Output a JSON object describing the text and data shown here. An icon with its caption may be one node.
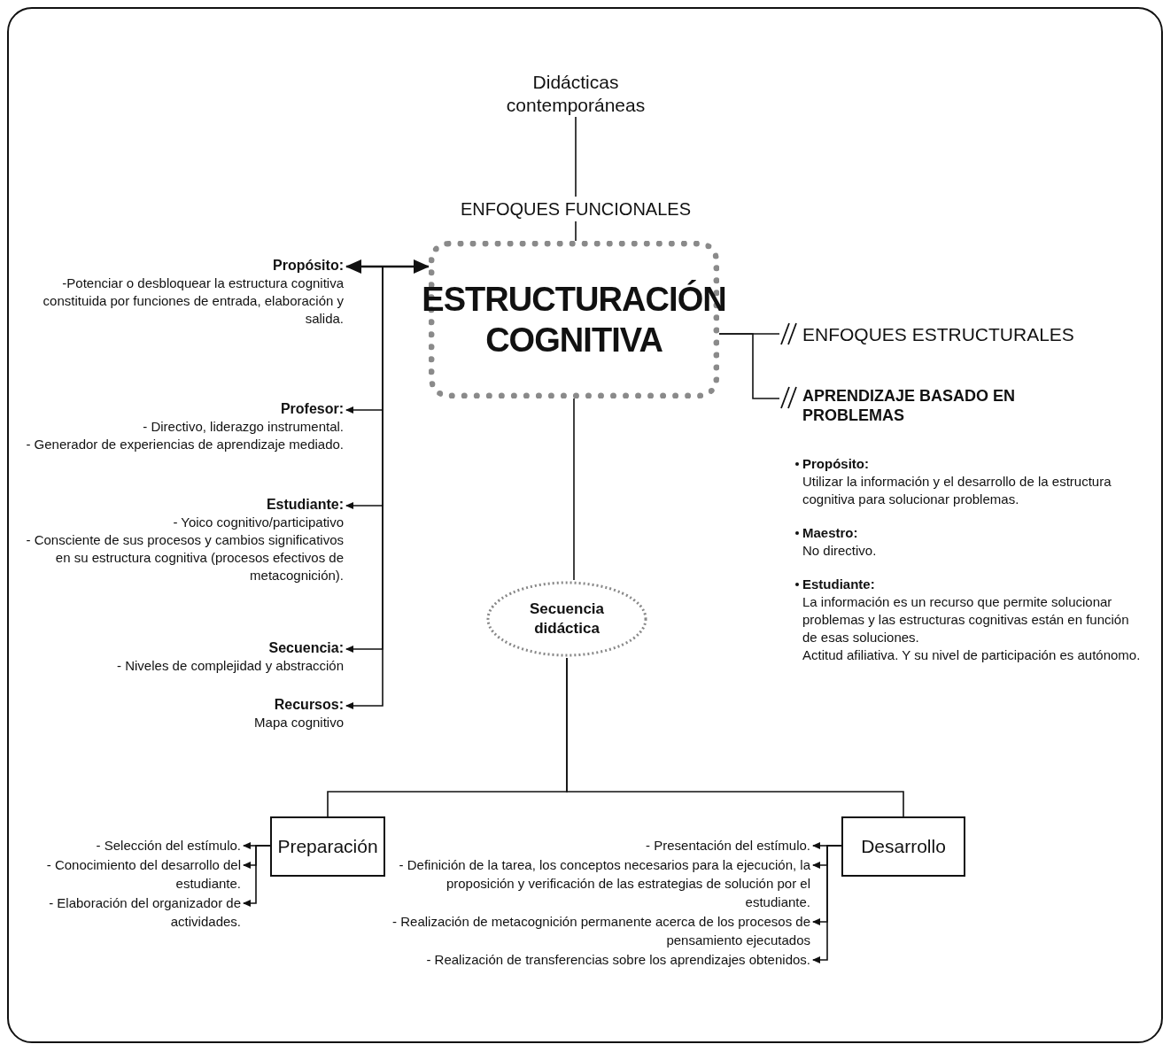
{
  "diagram": {
    "nodes": [
      {
        "text": [
          "Didácticas contemporáneas"
        ]
      },
      {
        "text": [
          "ENFOQUES FUNCIONALES"
        ]
      },
      {
        "text": [
          "ESTRUCTURACIÓN COGNITIVA"
        ]
      },
      {
        "text": [
          "Propósito:",
          "-Potenciar o desbloquear la estructura cognitiva constituida por funciones de entrada, elaboración y salida."
        ]
      },
      {
        "text": [
          "Profesor:",
          "- Directivo, liderazgo instrumental.",
          "- Generador de experiencias de aprendizaje mediado."
        ]
      },
      {
        "text": [
          "Estudiante:",
          "- Yoico cognitivo/participativo",
          "- Consciente de sus procesos y cambios significativos en su estructura cognitiva (procesos efectivos de metacognición)."
        ]
      },
      {
        "text": [
          "Secuencia:",
          "- Niveles de complejidad y abstracción"
        ]
      },
      {
        "text": [
          "Recursos:",
          "Mapa cognitivo"
        ]
      },
      {
        "text": [
          "ENFOQUES ESTRUCTURALES"
        ]
      },
      {
        "text": [
          "APRENDIZAJE BASADO EN PROBLEMAS"
        ]
      },
      {
        "text": [
          "Secuencia didáctica"
        ]
      },
      {
        "text": [
          "Preparación"
        ]
      },
      {
        "text": [
          "Desarrollo"
        ]
      },
      {
        "text": [
          "- Selección del estímulo."
        ]
      },
      {
        "text": [
          "- Conocimiento del desarrollo del estudiante."
        ]
      },
      {
        "text": [
          "- Elaboración del organizador de actividades."
        ]
      },
      {
        "text": [
          "- Presentación del estímulo."
        ]
      },
      {
        "text": [
          "- Definición de la tarea, los conceptos necesarios para la ejecución, la proposición y verificación de las estrategias de solución por el estudiante."
        ]
      },
      {
        "text": [
          "- Realización de metacognición permanente acerca de los procesos de pensamiento ejecutados"
        ]
      },
      {
        "text": [
          "- Realización de transferencias sobre los aprendizajes obtenidos."
        ]
      }
    ],
    "edges": [
      {
        "from": 0,
        "to": 1,
        "arrow": "none"
      },
      {
        "from": 1,
        "to": 2,
        "arrow": "none"
      },
      {
        "from": 3,
        "to": 2,
        "arrow": "both"
      },
      {
        "from": 2,
        "to": 4,
        "arrow": "to"
      },
      {
        "from": 2,
        "to": 5,
        "arrow": "to"
      },
      {
        "from": 2,
        "to": 6,
        "arrow": "to"
      },
      {
        "from": 2,
        "to": 7,
        "arrow": "to"
      },
      {
        "from": 2,
        "to": 8,
        "arrow": "none"
      },
      {
        "from": 2,
        "to": 9,
        "arrow": "none"
      },
      {
        "from": 2,
        "to": 10,
        "arrow": "none"
      },
      {
        "from": 10,
        "to": 11,
        "arrow": "none"
      },
      {
        "from": 10,
        "to": 12,
        "arrow": "none"
      },
      {
        "from": 11,
        "to": 13,
        "arrow": "to"
      },
      {
        "from": 11,
        "to": 14,
        "arrow": "to"
      },
      {
        "from": 11,
        "to": 15,
        "arrow": "to"
      },
      {
        "from": 12,
        "to": 16,
        "arrow": "to"
      },
      {
        "from": 12,
        "to": 17,
        "arrow": "to"
      },
      {
        "from": 12,
        "to": 18,
        "arrow": "to"
      },
      {
        "from": 12,
        "to": 19,
        "arrow": "to"
      }
    ],
    "labels": [
      "Propósito:",
      "Utilizar la información y el desarrollo de la estructura cognitiva para solucionar problemas.",
      "Maestro:",
      "No directivo.",
      "Estudiante:",
      "La información es un recurso que permite solucionar problemas y las estructuras cognitivas están en función de esas soluciones.",
      "Actitud afiliativa. Y su nivel de participación es autónomo."
    ]
  }
}
